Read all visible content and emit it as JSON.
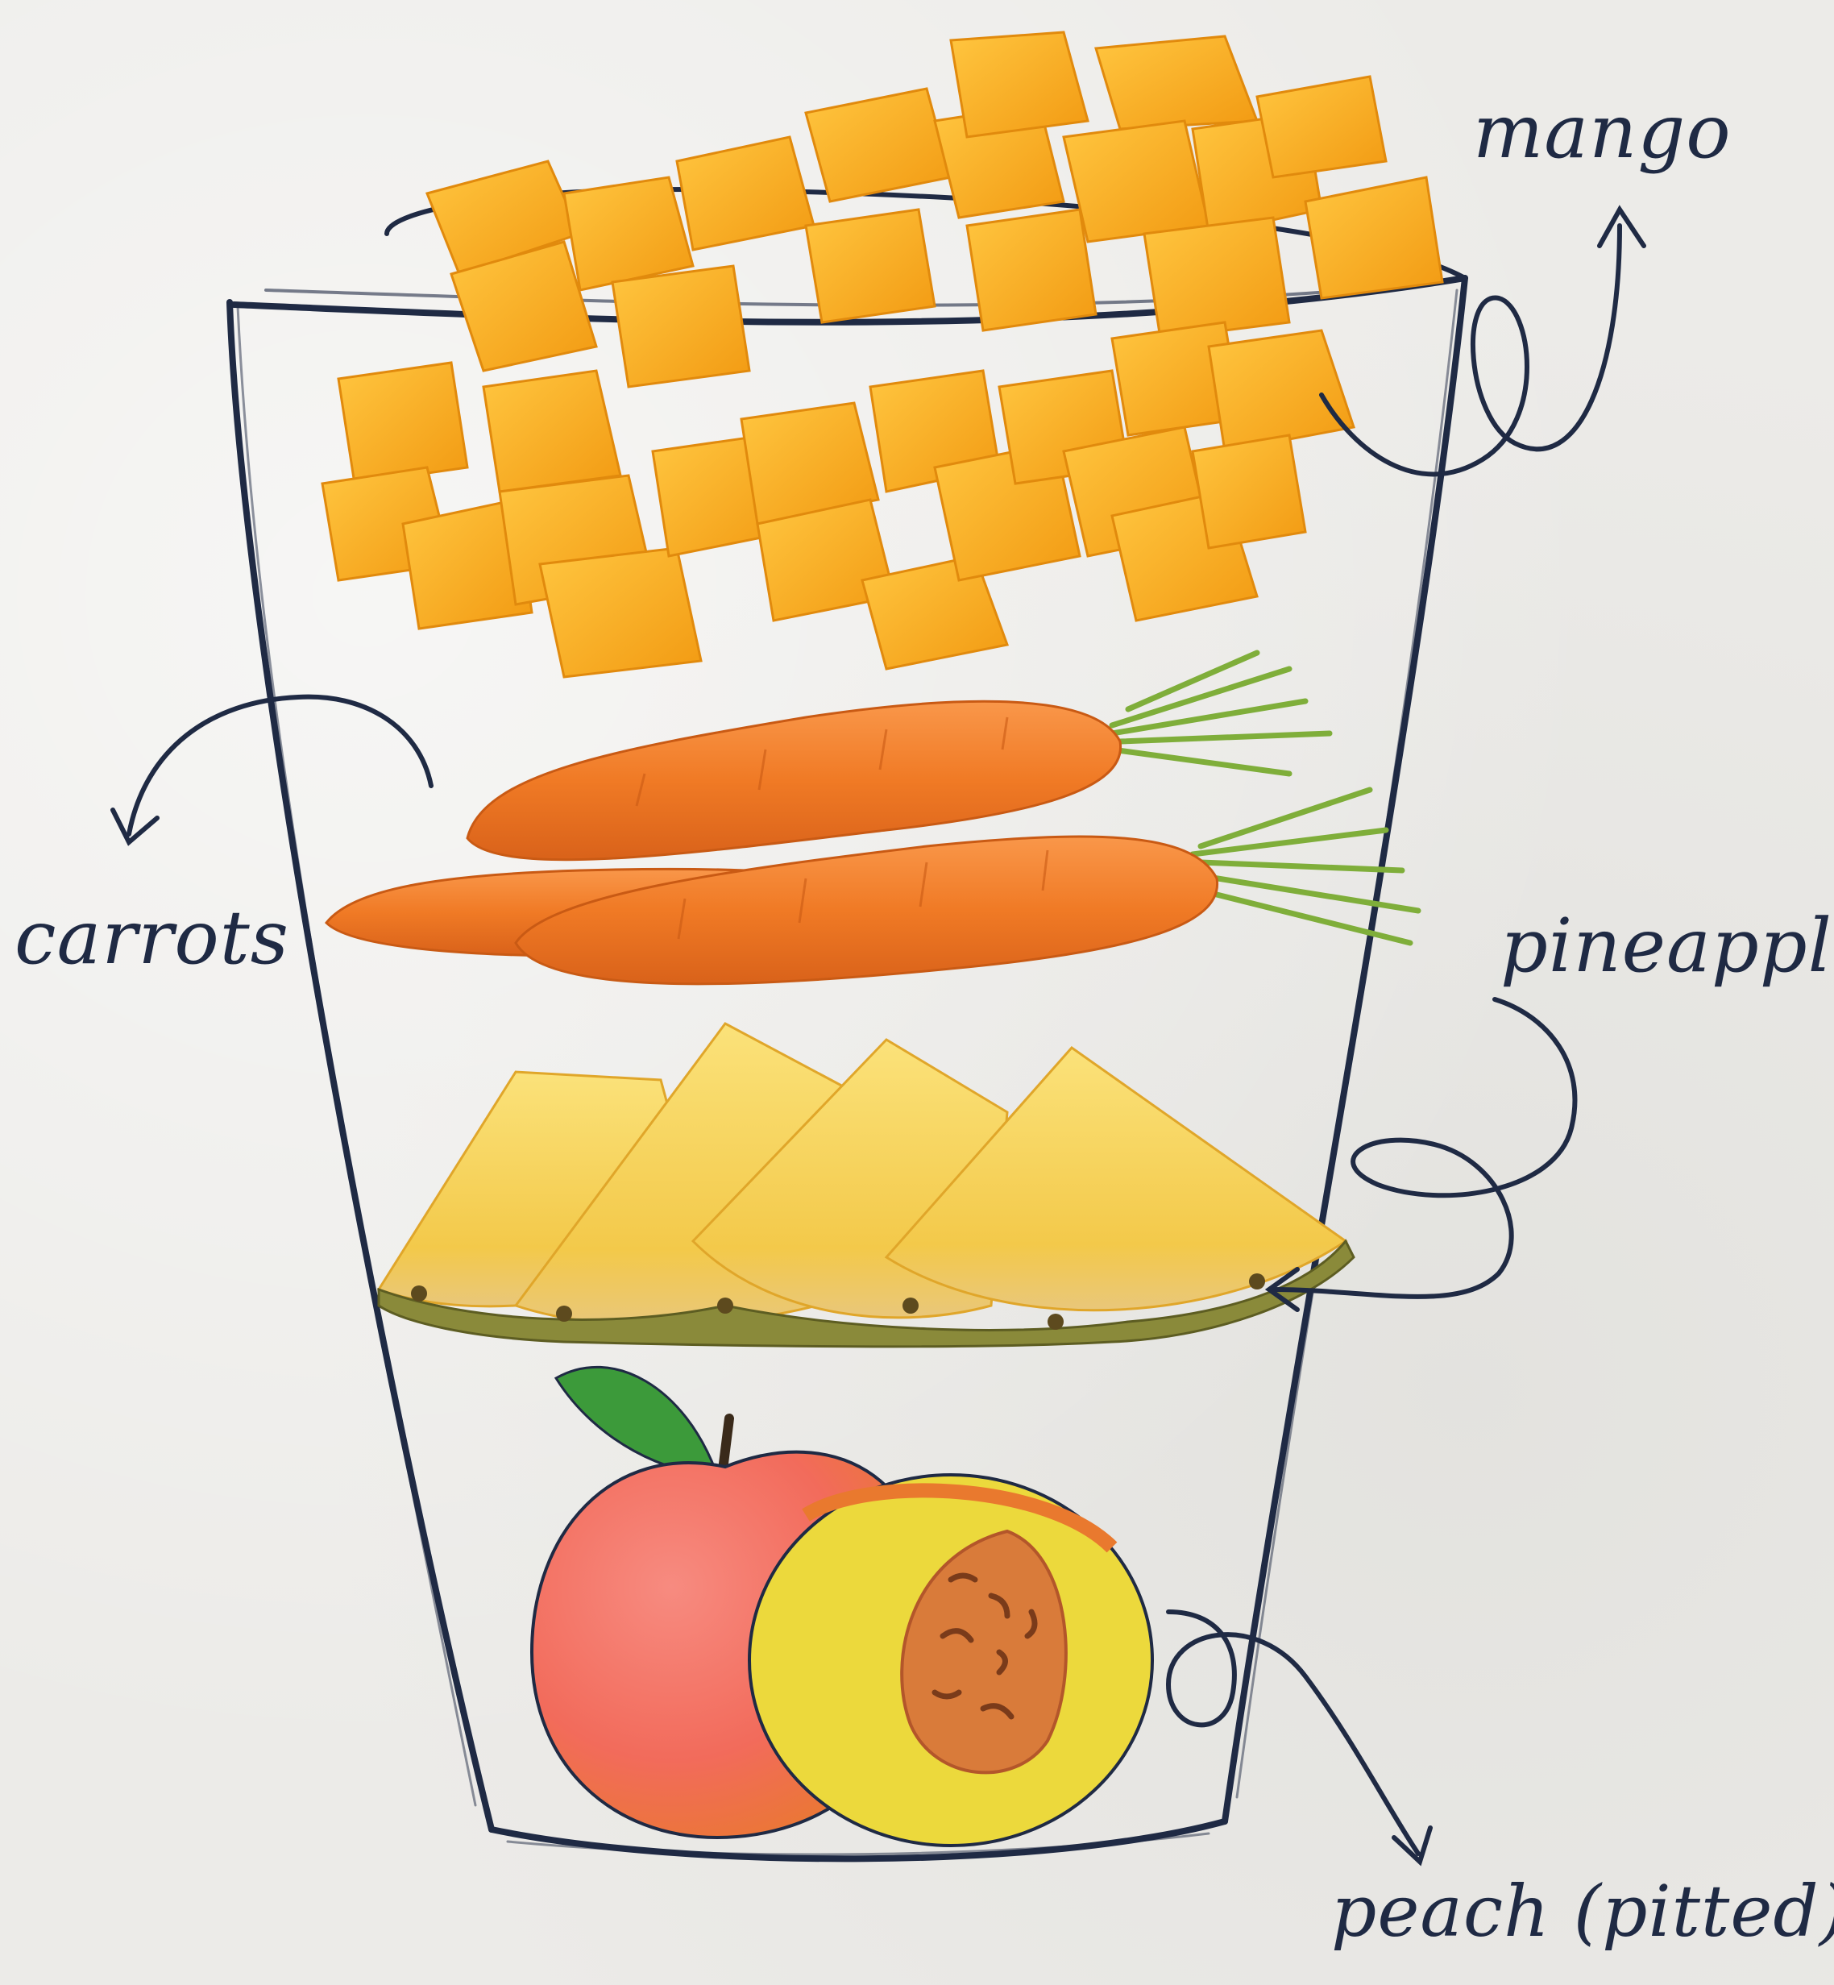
{
  "labels": {
    "mango": "mango",
    "carrots": "carrots",
    "pineapple": "pineapple",
    "peach": "peach (pitted)"
  },
  "icons": {
    "glass": "hand-drawn-glass-icon",
    "mango": "mango-cubes-icon",
    "carrots": "carrots-icon",
    "pineapple": "pineapple-wedges-icon",
    "peach": "peach-halves-icon",
    "arrows": "curly-arrow-icon"
  },
  "colors": {
    "ink": "#1f2a44",
    "mango": "#f7a81b",
    "carrot": "#f07a25",
    "carrot_leaves": "#7fae3a",
    "pineapple": "#f7d85a",
    "pineapple_rind": "#6e7a2a",
    "peach_skin": "#f26b5b",
    "peach_flesh": "#ecd93c",
    "peach_pit": "#d97b3a",
    "leaf": "#3c9a3a",
    "paper": "#ecebe8"
  }
}
